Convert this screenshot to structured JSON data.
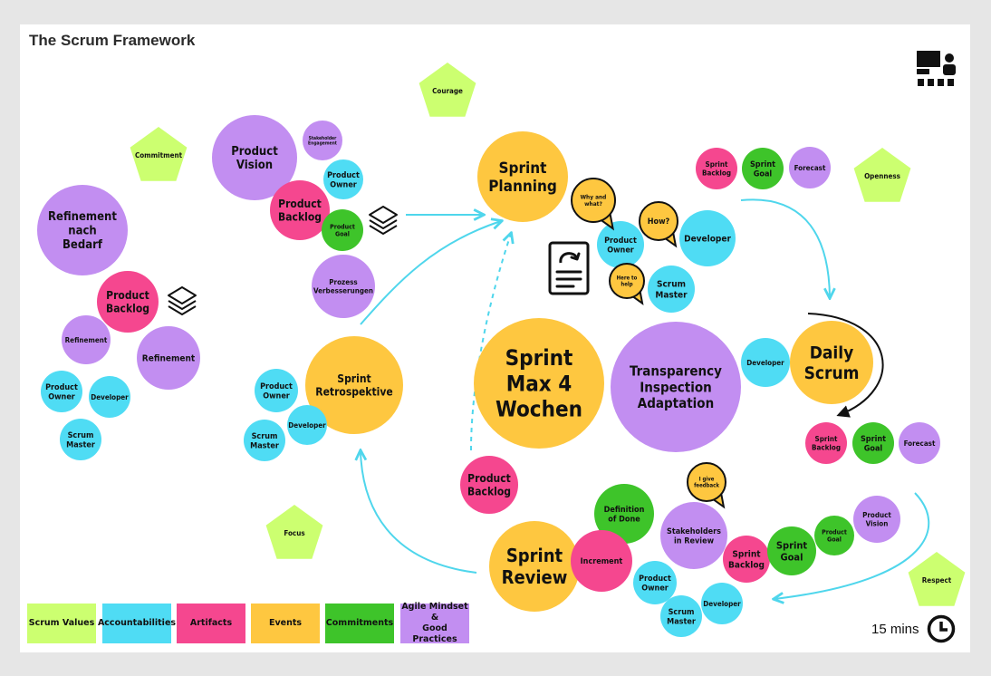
{
  "title": "The Scrum Framework",
  "colors": {
    "values": "#ccff70",
    "accountabilities": "#4fdcf4",
    "artifacts": "#f5478f",
    "events": "#fec740",
    "commitments": "#3ec42a",
    "mindset": "#c28ef1",
    "arrow": "#4fd6ec"
  },
  "nodes": [
    {
      "id": "refinement-nach-bedarf",
      "label": "Refinement\nnach\nBedarf",
      "cat": "mindset"
    },
    {
      "id": "product-backlog-left",
      "label": "Product\nBacklog",
      "cat": "artifacts"
    },
    {
      "id": "refinement-small",
      "label": "Refinement",
      "cat": "mindset"
    },
    {
      "id": "refinement-big",
      "label": "Refinement",
      "cat": "mindset"
    },
    {
      "id": "product-owner-left",
      "label": "Product\nOwner",
      "cat": "accountabilities"
    },
    {
      "id": "developer-left",
      "label": "Developer",
      "cat": "accountabilities"
    },
    {
      "id": "scrum-master-left",
      "label": "Scrum\nMaster",
      "cat": "accountabilities"
    },
    {
      "id": "product-vision",
      "label": "Product\nVision",
      "cat": "mindset"
    },
    {
      "id": "stakeholder-engagement",
      "label": "Stakeholder\nEngagement",
      "cat": "mindset"
    },
    {
      "id": "product-owner-top",
      "label": "Product\nOwner",
      "cat": "accountabilities"
    },
    {
      "id": "product-backlog-top",
      "label": "Product\nBacklog",
      "cat": "artifacts"
    },
    {
      "id": "product-goal-top",
      "label": "Product\nGoal",
      "cat": "commitments"
    },
    {
      "id": "prozess-verbesserungen",
      "label": "Prozess\nVerbesserungen",
      "cat": "mindset"
    },
    {
      "id": "sprint-retrospektive",
      "label": "Sprint\nRetrospektive",
      "cat": "events"
    },
    {
      "id": "product-owner-retro",
      "label": "Product\nOwner",
      "cat": "accountabilities"
    },
    {
      "id": "developer-retro",
      "label": "Developer",
      "cat": "accountabilities"
    },
    {
      "id": "scrum-master-retro",
      "label": "Scrum\nMaster",
      "cat": "accountabilities"
    },
    {
      "id": "sprint-planning",
      "label": "Sprint\nPlanning",
      "cat": "events"
    },
    {
      "id": "product-owner-planning",
      "label": "Product\nOwner",
      "cat": "accountabilities"
    },
    {
      "id": "developer-planning",
      "label": "Developer",
      "cat": "accountabilities"
    },
    {
      "id": "scrum-master-planning",
      "label": "Scrum\nMaster",
      "cat": "accountabilities"
    },
    {
      "id": "sprint-backlog-top",
      "label": "Sprint\nBacklog",
      "cat": "artifacts"
    },
    {
      "id": "sprint-goal-top",
      "label": "Sprint\nGoal",
      "cat": "commitments"
    },
    {
      "id": "forecast-top",
      "label": "Forecast",
      "cat": "mindset"
    },
    {
      "id": "sprint-max",
      "label": "Sprint\nMax 4\nWochen",
      "cat": "events"
    },
    {
      "id": "transparency",
      "label": "Transparency\nInspection\nAdaptation",
      "cat": "mindset"
    },
    {
      "id": "developer-daily",
      "label": "Developer",
      "cat": "accountabilities"
    },
    {
      "id": "daily-scrum",
      "label": "Daily\nScrum",
      "cat": "events"
    },
    {
      "id": "sprint-backlog-daily",
      "label": "Sprint\nBacklog",
      "cat": "artifacts"
    },
    {
      "id": "sprint-goal-daily",
      "label": "Sprint\nGoal",
      "cat": "commitments"
    },
    {
      "id": "forecast-daily",
      "label": "Forecast",
      "cat": "mindset"
    },
    {
      "id": "product-backlog-mid",
      "label": "Product\nBacklog",
      "cat": "artifacts"
    },
    {
      "id": "definition-of-done",
      "label": "Definition\nof Done",
      "cat": "commitments"
    },
    {
      "id": "stakeholders-review",
      "label": "Stakeholders\nin Review",
      "cat": "mindset"
    },
    {
      "id": "sprint-review",
      "label": "Sprint\nReview",
      "cat": "events"
    },
    {
      "id": "increment",
      "label": "Increment",
      "cat": "artifacts"
    },
    {
      "id": "sprint-backlog-review",
      "label": "Sprint\nBacklog",
      "cat": "artifacts"
    },
    {
      "id": "sprint-goal-review",
      "label": "Sprint\nGoal",
      "cat": "commitments"
    },
    {
      "id": "product-goal-review",
      "label": "Product\nGoal",
      "cat": "commitments"
    },
    {
      "id": "product-vision-review",
      "label": "Product\nVision",
      "cat": "mindset"
    },
    {
      "id": "product-owner-review",
      "label": "Product\nOwner",
      "cat": "accountabilities"
    },
    {
      "id": "scrum-master-review",
      "label": "Scrum\nMaster",
      "cat": "accountabilities"
    },
    {
      "id": "developer-review",
      "label": "Developer",
      "cat": "accountabilities"
    }
  ],
  "values": [
    {
      "id": "courage",
      "label": "Courage"
    },
    {
      "id": "commitment",
      "label": "Commitment"
    },
    {
      "id": "openness",
      "label": "Openness"
    },
    {
      "id": "focus",
      "label": "Focus"
    },
    {
      "id": "respect",
      "label": "Respect"
    }
  ],
  "bubbles": [
    {
      "id": "why-and-what",
      "label": "Why and\nwhat?"
    },
    {
      "id": "how",
      "label": "How?"
    },
    {
      "id": "here-to-help",
      "label": "Here to\nhelp"
    },
    {
      "id": "i-give-feedback",
      "label": "I give\nfeedback"
    }
  ],
  "legend": [
    {
      "label": "Scrum Values",
      "cat": "values"
    },
    {
      "label": "Accountabilities",
      "cat": "accountabilities"
    },
    {
      "label": "Artifacts",
      "cat": "artifacts"
    },
    {
      "label": "Events",
      "cat": "events"
    },
    {
      "label": "Commitments",
      "cat": "commitments"
    },
    {
      "label": "Agile Mindset &\nGood Practices",
      "cat": "mindset"
    }
  ],
  "icons": {
    "presenter": "presenter-icon",
    "layers": "layers-icon",
    "document": "document-icon",
    "timer": "timer-icon"
  },
  "timer": {
    "label": "15 mins"
  }
}
